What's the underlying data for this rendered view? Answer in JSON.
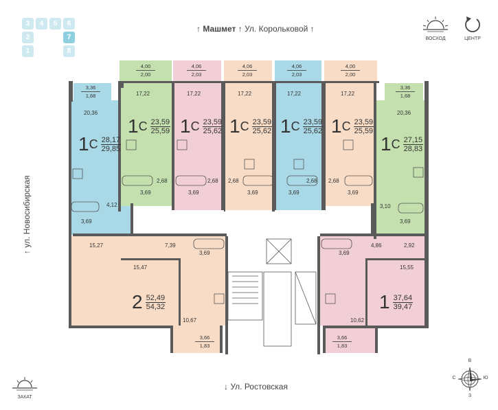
{
  "streets": {
    "north_a": "Машмет",
    "north_b": "Ул. Корольковой",
    "west": "ул. Новосибирская",
    "south": "Ул. Ростовская"
  },
  "compass_top": {
    "sunrise_label": "ВОСХОД",
    "center_label": "ЦЕНТР"
  },
  "sunset_label": "ЗАКАТ",
  "compass_rose": {
    "north": "В",
    "west": "С",
    "east": "Ю",
    "south": "З"
  },
  "section_nav": {
    "top": [
      "3",
      "4",
      "5",
      "6"
    ],
    "left": [
      "2",
      "1"
    ],
    "right": [
      "7",
      "8"
    ],
    "active": "7"
  },
  "apartments": [
    {
      "rooms": "1",
      "suffix": "С",
      "living": "28,17",
      "total": "29,85",
      "color": "#a9d8e6"
    },
    {
      "rooms": "1",
      "suffix": "С",
      "living": "23,59",
      "total": "25,59",
      "color": "#c4e0ae"
    },
    {
      "rooms": "1",
      "suffix": "С",
      "living": "23,59",
      "total": "25,62",
      "color": "#f2cfd6"
    },
    {
      "rooms": "1",
      "suffix": "С",
      "living": "23,59",
      "total": "25,62",
      "color": "#f9dcc6"
    },
    {
      "rooms": "1",
      "suffix": "С",
      "living": "23,59",
      "total": "25,62",
      "color": "#a9d8e6"
    },
    {
      "rooms": "1",
      "suffix": "С",
      "living": "23,59",
      "total": "25,59",
      "color": "#f9dcc6"
    },
    {
      "rooms": "1",
      "suffix": "С",
      "living": "27,15",
      "total": "28,83",
      "color": "#c4e0ae"
    },
    {
      "rooms": "2",
      "suffix": "",
      "living": "52,49",
      "total": "54,32",
      "color": "#f9dcc6"
    },
    {
      "rooms": "1",
      "suffix": "",
      "living": "37,64",
      "total": "39,47",
      "color": "#f2cfd6"
    }
  ],
  "balconies": [
    {
      "top": "3,36",
      "bottom": "1,68"
    },
    {
      "top": "4,00",
      "bottom": "2,00"
    },
    {
      "top": "4,06",
      "bottom": "2,03"
    },
    {
      "top": "4,06",
      "bottom": "2,03"
    },
    {
      "top": "4,06",
      "bottom": "2,03"
    },
    {
      "top": "4,00",
      "bottom": "2,00"
    },
    {
      "top": "3,36",
      "bottom": "1,68"
    },
    {
      "top": "3,66",
      "bottom": "1,83"
    },
    {
      "top": "3,66",
      "bottom": "1,83"
    }
  ],
  "room_areas": {
    "a1_room": "20,36",
    "a1_hall": "4,12",
    "a1_bath": "3,69",
    "u_room_1": "17,22",
    "u_room_2": "17,22",
    "u_room_3": "17,22",
    "u_room_4": "17,22",
    "u_room_5": "17,22",
    "u_hall_1": "2,68",
    "u_hall_2": "2,68",
    "u_hall_3": "2,68",
    "u_hall_4": "2,68",
    "u_hall_5": "2,68",
    "u_bath_1": "3,69",
    "u_bath_2": "3,69",
    "u_bath_3": "3,69",
    "u_bath_4": "3,69",
    "u_bath_5": "3,69",
    "a7_room": "20,36",
    "a7_hall": "3,10",
    "a7_bath": "3,69",
    "b2_room1": "15,27",
    "b2_room2": "15,47",
    "b2_hall": "7,39",
    "b2_bath": "3,69",
    "b2_kitchen": "10,67",
    "b1_hall": "4,86",
    "b1_wc": "2,92",
    "b1_room": "15,55",
    "b1_bath": "3,69",
    "b1_kitchen": "10,62"
  }
}
